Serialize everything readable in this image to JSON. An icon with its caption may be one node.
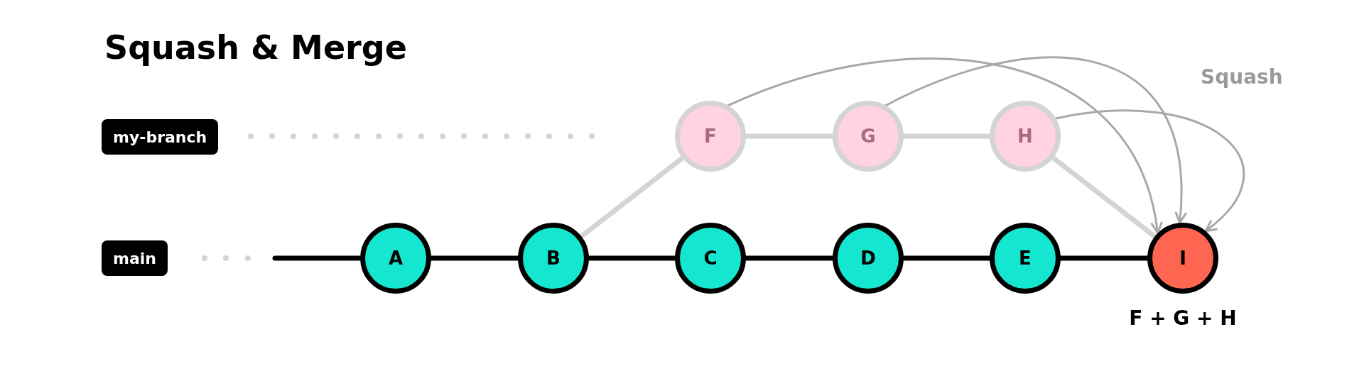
{
  "diagram": {
    "title": "Squash & Merge",
    "nodes": [
      {
        "text": [
          "my-branch"
        ]
      },
      {
        "text": [
          "F"
        ]
      },
      {
        "text": [
          "G"
        ]
      },
      {
        "text": [
          "H"
        ]
      },
      {
        "text": [
          "main"
        ]
      },
      {
        "text": [
          "A"
        ]
      },
      {
        "text": [
          "B"
        ]
      },
      {
        "text": [
          "C"
        ]
      },
      {
        "text": [
          "D"
        ]
      },
      {
        "text": [
          "E"
        ]
      },
      {
        "text": [
          "I"
        ],
        "beside": [
          "F + G + H"
        ]
      }
    ],
    "edges": [
      {
        "from": null,
        "to": 5,
        "arrow": "none"
      },
      {
        "from": 5,
        "to": 6,
        "arrow": "none"
      },
      {
        "from": 6,
        "to": 7,
        "arrow": "none"
      },
      {
        "from": 7,
        "to": 8,
        "arrow": "none"
      },
      {
        "from": 8,
        "to": 9,
        "arrow": "none"
      },
      {
        "from": 9,
        "to": 10,
        "arrow": "none"
      },
      {
        "from": 6,
        "to": 1,
        "arrow": "none",
        "color": "#d4d4d4"
      },
      {
        "from": 1,
        "to": 2,
        "arrow": "none",
        "color": "#d4d4d4"
      },
      {
        "from": 2,
        "to": 3,
        "arrow": "none",
        "color": "#d4d4d4"
      },
      {
        "from": 3,
        "to": 10,
        "arrow": "none",
        "color": "#d4d4d4"
      },
      {
        "from": 1,
        "to": 10,
        "arrow": "to",
        "color": "#a8a8a8"
      },
      {
        "from": 2,
        "to": 10,
        "arrow": "to",
        "color": "#a8a8a8"
      },
      {
        "from": 3,
        "to": 10,
        "arrow": "to",
        "color": "#a8a8a8"
      }
    ],
    "labels": [
      "Squash"
    ]
  }
}
